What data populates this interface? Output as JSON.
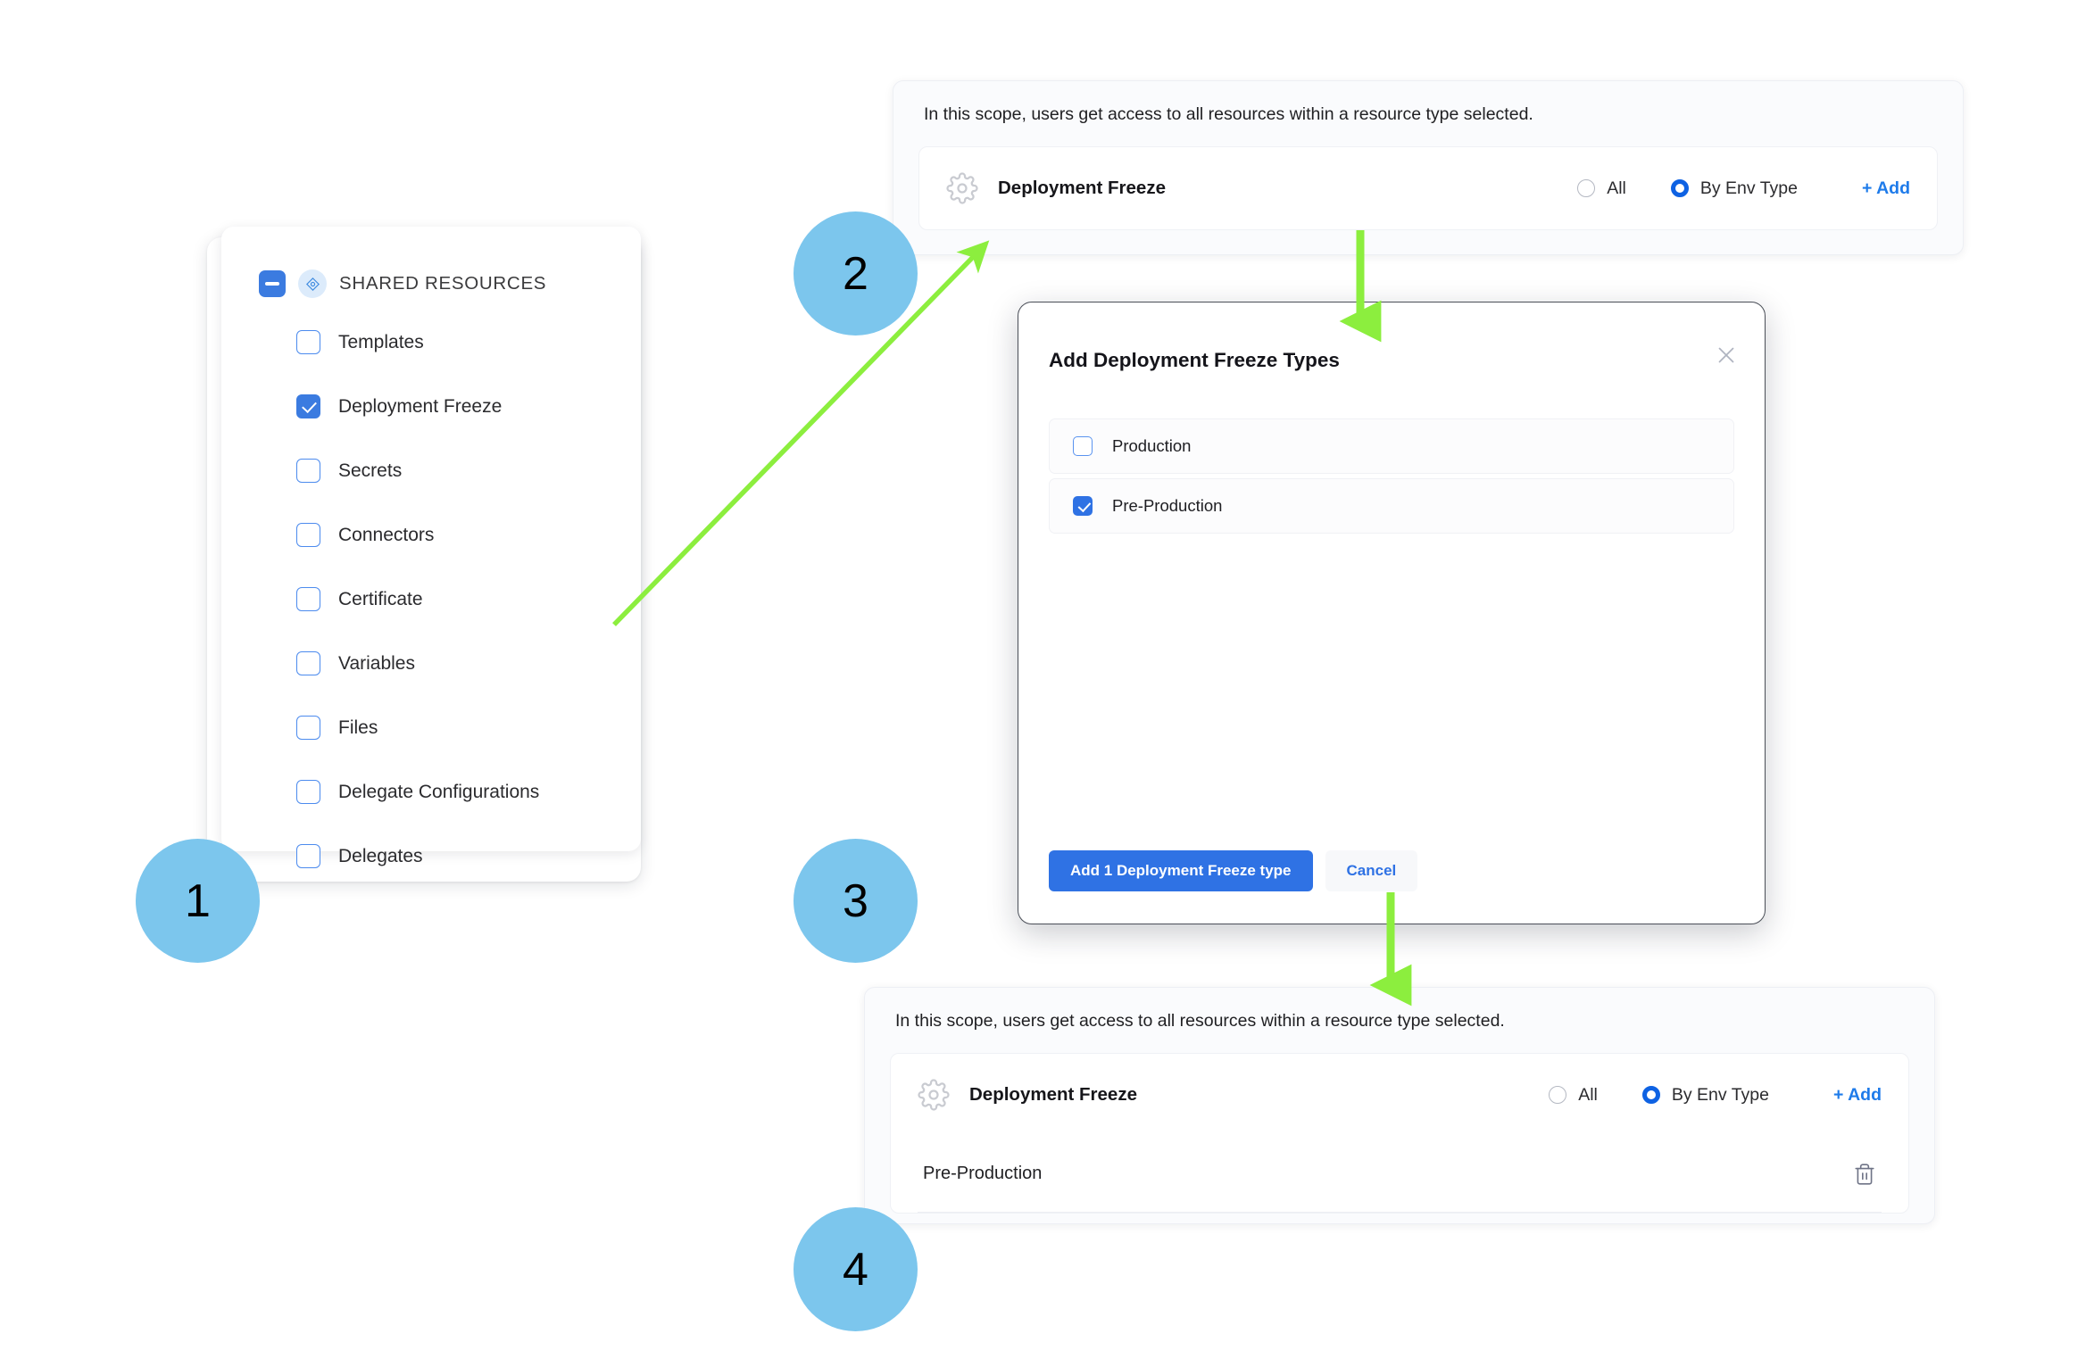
{
  "colors": {
    "step_circle": "#7CC6ED",
    "arrow": "#8CEE3E",
    "accent_blue": "#2F72E4",
    "link_blue": "#1E7BEA",
    "radio_on": "#0E62E3"
  },
  "steps": [
    {
      "number": "1"
    },
    {
      "number": "2"
    },
    {
      "number": "3"
    },
    {
      "number": "4"
    }
  ],
  "sidebar": {
    "group_title": "SHARED RESOURCES",
    "collapse_icon": "minus-icon",
    "group_icon": "shared-resources-icon",
    "items": [
      {
        "label": "Templates",
        "checked": false
      },
      {
        "label": "Deployment Freeze",
        "checked": true
      },
      {
        "label": "Secrets",
        "checked": false
      },
      {
        "label": "Connectors",
        "checked": false
      },
      {
        "label": "Certificate",
        "checked": false
      },
      {
        "label": "Variables",
        "checked": false
      },
      {
        "label": "Files",
        "checked": false
      },
      {
        "label": "Delegate Configurations",
        "checked": false
      },
      {
        "label": "Delegates",
        "checked": false
      }
    ]
  },
  "scope_panel_top": {
    "note": "In this scope, users get access to all resources within a resource type selected.",
    "resource_icon": "gear-icon",
    "resource_name": "Deployment Freeze",
    "radio_all_label": "All",
    "radio_env_label": "By Env Type",
    "radio_selected": "By Env Type",
    "add_label": "+ Add",
    "env_rows": []
  },
  "modal": {
    "title": "Add Deployment Freeze Types",
    "close_icon": "close-icon",
    "options": [
      {
        "label": "Production",
        "checked": false
      },
      {
        "label": "Pre-Production",
        "checked": true
      }
    ],
    "primary_button": "Add 1 Deployment Freeze type",
    "secondary_button": "Cancel"
  },
  "scope_panel_bottom": {
    "note": "In this scope, users get access to all resources within a resource type selected.",
    "resource_icon": "gear-icon",
    "resource_name": "Deployment Freeze",
    "radio_all_label": "All",
    "radio_env_label": "By Env Type",
    "radio_selected": "By Env Type",
    "add_label": "+ Add",
    "env_rows": [
      {
        "label": "Pre-Production",
        "delete_icon": "trash-icon"
      }
    ]
  }
}
